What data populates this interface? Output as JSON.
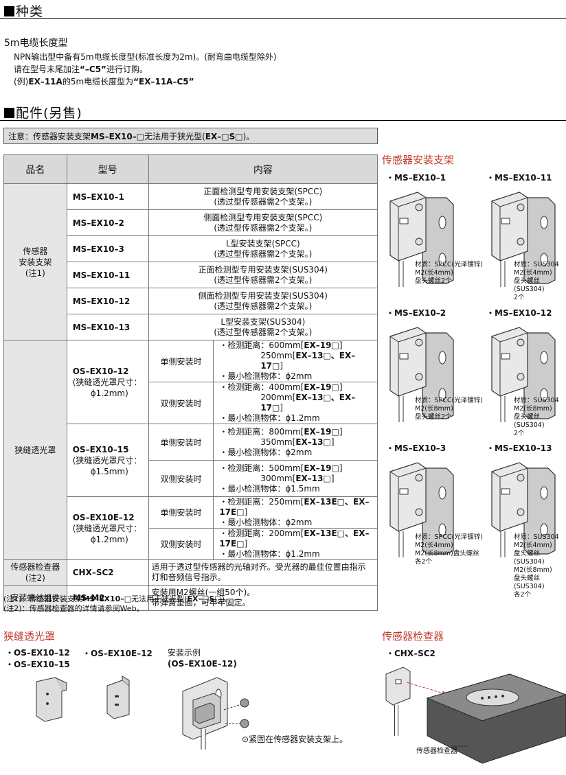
{
  "sections": {
    "types_title": "种类",
    "accessories_title": "配件(另售)"
  },
  "cable": {
    "title": "5m电缆长度型",
    "line1": "NPN输出型中备有5m电缆长度型(标准长度为2m)。(耐弯曲电缆型除外)",
    "line2_a": "请在型号末尾加注",
    "line2_b": "“–C5”",
    "line2_c": "进行订购。",
    "line3_a": "(例)",
    "line3_b": "EX–11A",
    "line3_c": "的5m电缆长度型为",
    "line3_d": "“EX–11A–C5”"
  },
  "note_box": {
    "a": "注意：传感器安装支架",
    "b": "MS–EX10–",
    "c": "□无法用于狭光型(",
    "d": "EX–□S□",
    "e": ")。"
  },
  "table": {
    "headers": [
      "品名",
      "型号",
      "内容"
    ],
    "bracket_name": [
      "传感器",
      "安装支架",
      "(注1)"
    ],
    "brackets": [
      {
        "model": "MS–EX10–1",
        "l1": "正面检测型专用安装支架(SPCC)",
        "l2": "(透过型传感器需2个支架。)"
      },
      {
        "model": "MS–EX10–2",
        "l1": "侧面检测型专用安装支架(SPCC)",
        "l2": "(透过型传感器需2个支架。)"
      },
      {
        "model": "MS–EX10–3",
        "l1": "L型安装支架(SPCC)",
        "l2": "(透过型传感器需2个支架。)"
      },
      {
        "model": "MS–EX10–11",
        "l1": "正面检测型专用安装支架(SUS304)",
        "l2": "(透过型传感器需2个支架。)"
      },
      {
        "model": "MS–EX10–12",
        "l1": "侧面检测型专用安装支架(SUS304)",
        "l2": "(透过型传感器需2个支架。)"
      },
      {
        "model": "MS–EX10–13",
        "l1": "L型安装支架(SUS304)",
        "l2": "(透过型传感器需2个支架。)"
      }
    ],
    "slit_name": "狭缝透光罩",
    "single": "单侧安装时",
    "double": "双侧安装时",
    "dist": "・检测距离：",
    "minobj": "・最小检测物体：",
    "slits": [
      {
        "model": "OS–EX10–12",
        "sub1": "(狭缝透光罩尺寸：",
        "sub2": "ϕ1.2mm)",
        "s_d1": "600mm",
        "s_m1": "EX–19□",
        "s_d2": "250mm",
        "s_m2": "EX–13□、EX–17□",
        "s_min": "ϕ2mm",
        "d_d1": "400mm",
        "d_m1": "EX–19□",
        "d_d2": "200mm",
        "d_m2": "EX–13□、EX–17□",
        "d_min": "ϕ1.2mm"
      },
      {
        "model": "OS–EX10–15",
        "sub1": "(狭缝透光罩尺寸：",
        "sub2": "ϕ1.5mm)",
        "s_d1": "800mm",
        "s_m1": "EX–19□",
        "s_d2": "350mm",
        "s_m2": "EX–13□",
        "s_min": "ϕ2mm",
        "d_d1": "500mm",
        "d_m1": "EX–19□",
        "d_d2": "300mm",
        "d_m2": "EX–13□",
        "d_min": "ϕ1.5mm"
      },
      {
        "model": "OS–EX10E–12",
        "sub1": "(狭缝透光罩尺寸：",
        "sub2": "ϕ1.2mm)",
        "s_d1": "250mm",
        "s_m1": "EX–13E□、EX–17E□",
        "s_min": "ϕ2mm",
        "d_d1": "200mm",
        "d_m1": "EX–13E□、EX–17E□",
        "d_min": "ϕ1.2mm"
      }
    ],
    "checker": {
      "name1": "传感器检查器",
      "name2": "(注2)",
      "model": "CHX–SC2",
      "l1": "适用于透过型传感器的光轴对齐。受光器的最佳位置由指示",
      "l2": "灯和音频信号指示。"
    },
    "screw": {
      "name": "安装螺丝组件",
      "model": "MS–M2",
      "l1": "安装用M2螺丝(一组50个)。",
      "l2": "带弹簧垫圈，可牢牢固定。"
    }
  },
  "footnotes": {
    "n1_a": "(注1)：传感器安装支架",
    "n1_b": "MS–EX10–",
    "n1_c": "□无法用于狭光型(",
    "n1_d": "EX–□S□",
    "n1_e": ")。",
    "n2": "(注2)：传感器检查器的详情请参阅Web。"
  },
  "right_panel": {
    "title": "传感器安装支架",
    "items": [
      {
        "label": "・MS–EX10–1",
        "mat": [
          "材质：SPCC(光泽镀锌)",
          "M2(长4mm)",
          "盘头螺丝2个"
        ]
      },
      {
        "label": "・MS–EX10–11",
        "mat": [
          "材质：SUS304",
          "M2(长4mm)",
          "盘头螺丝(SUS304)",
          "2个"
        ]
      },
      {
        "label": "・MS–EX10–2",
        "mat": [
          "材质：SPCC(光泽镀锌)",
          "M2(长8mm)",
          "盘头螺丝2个"
        ]
      },
      {
        "label": "・MS–EX10–12",
        "mat": [
          "材质：SUS304",
          "M2(长8mm)",
          "盘头螺丝(SUS304)",
          "2个"
        ]
      },
      {
        "label": "・MS–EX10–3",
        "mat": [
          "材质：SPCC(光泽镀锌)",
          "M2(长4mm)",
          "M2(长8mm)盘头螺丝",
          "各2个"
        ]
      },
      {
        "label": "・MS–EX10–13",
        "mat": [
          "材质：SUS304",
          "M2(长4mm)",
          "盘头螺丝(SUS304)",
          "M2(长8mm)",
          "盘头螺丝(SUS304)",
          "各2个"
        ]
      }
    ]
  },
  "slit_section": {
    "title": "狭缝透光罩",
    "l1": "・OS–EX10–12",
    "l2": "・OS–EX10–15",
    "l3": "・OS–EX10E–12",
    "example_a": "安装示例",
    "example_b": "(OS–EX10E–12)",
    "fix_note": "紧固在传感器安装支架上。"
  },
  "checker_section": {
    "title": "传感器检查器",
    "label": "・CHX–SC2",
    "caption": "传感器检查器"
  },
  "colors": {
    "accent": "#c0392b",
    "header_bg": "#d9d9d9",
    "name_bg": "#e6e6e6"
  }
}
